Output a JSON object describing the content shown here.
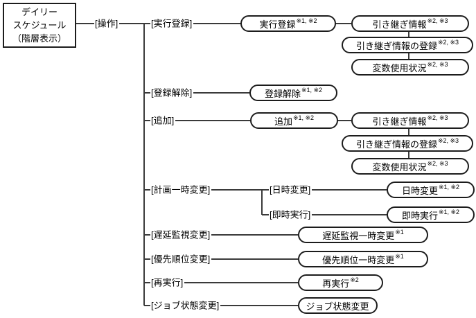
{
  "diagram": {
    "title_hint": "daily-schedule-operation-tree",
    "colors": {
      "line": "#3a3a3a",
      "box_border": "#1c1c1c",
      "text": "#000000",
      "background": "#ffffff"
    },
    "root": {
      "line1": "デイリー",
      "line2": "スケジュール",
      "line3": "（階層表示）"
    },
    "operation": {
      "label": "[操作]"
    },
    "branches": {
      "exec_reg": {
        "label": "[実行登録]",
        "node": "実行登録",
        "sup": "※1, ※2"
      },
      "takeover_info1": {
        "node": "引き継ぎ情報",
        "sup": "※2, ※3"
      },
      "takeover_reg1": {
        "node": "引き継ぎ情報の登録",
        "sup": "※2, ※3"
      },
      "var_usage1": {
        "node": "変数使用状況",
        "sup": "※2, ※3"
      },
      "dereg": {
        "label": "[登録解除]",
        "node": "登録解除",
        "sup": "※1, ※2"
      },
      "add": {
        "label": "[追加]",
        "node": "追加",
        "sup": "※1, ※2"
      },
      "takeover_info2": {
        "node": "引き継ぎ情報",
        "sup": "※2, ※3"
      },
      "takeover_reg2": {
        "node": "引き継ぎ情報の登録",
        "sup": "※2, ※3"
      },
      "var_usage2": {
        "node": "変数使用状況",
        "sup": "※2, ※3"
      },
      "plan_temp": {
        "label": "[計画一時変更]"
      },
      "datetime": {
        "label": "[日時変更]",
        "node": "日時変更",
        "sup": "※1, ※2"
      },
      "immediate": {
        "label": "[即時実行]",
        "node": "即時実行",
        "sup": "※1, ※2"
      },
      "delay_monitor": {
        "label": "[遅延監視変更]",
        "node": "遅延監視一時変更",
        "sup": "※1"
      },
      "priority": {
        "label": "[優先順位変更]",
        "node": "優先順位一時変更",
        "sup": "※1"
      },
      "rerun": {
        "label": "[再実行]",
        "node": "再実行",
        "sup": "※2"
      },
      "job_status": {
        "label": "[ジョブ状態変更]",
        "node": "ジョブ状態変更"
      }
    }
  }
}
